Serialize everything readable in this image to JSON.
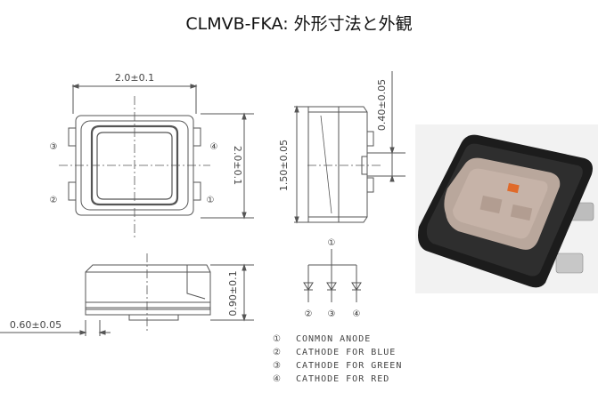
{
  "title": "CLMVB-FKA:  外形寸法と外観",
  "top_view": {
    "width_dim": "2.0±0.1",
    "height_dim": "2.0±0.1",
    "pins": {
      "top_left": "③",
      "bottom_left": "②",
      "top_right": "④",
      "bottom_right": "①"
    }
  },
  "side_view": {
    "height_dim": "1.50±0.05",
    "lead_dim": "0.40±0.05"
  },
  "front_view": {
    "height_dim": "0.90±0.1",
    "lead_dim": "0.60±0.05"
  },
  "schematic": {
    "anode_label": "①",
    "cathodes": [
      "②",
      "③",
      "④"
    ]
  },
  "legend": [
    {
      "num": "①",
      "text": "CONMON  ANODE"
    },
    {
      "num": "②",
      "text": "CATHODE  FOR  BLUE"
    },
    {
      "num": "③",
      "text": "CATHODE  FOR  GREEN"
    },
    {
      "num": "④",
      "text": "CATHODE  FOR  RED"
    }
  ],
  "colors": {
    "line": "#555555",
    "photo_bg": "#f2f2f2",
    "package": "#1c1c1c",
    "lens": "#b9a79c",
    "die": "#e06a2a"
  }
}
